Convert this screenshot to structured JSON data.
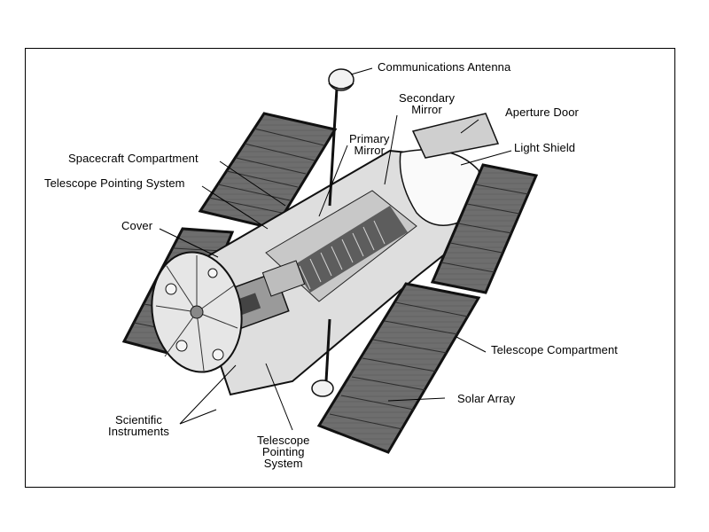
{
  "labels": {
    "communications_antenna": "Communications Antenna",
    "secondary_mirror": "Secondary\nMirror",
    "aperture_door": "Aperture Door",
    "primary_mirror": "Primary\nMirror",
    "light_shield": "Light Shield",
    "spacecraft_compartment": "Spacecraft Compartment",
    "telescope_pointing_system_top": "Telescope Pointing System",
    "cover": "Cover",
    "telescope_compartment": "Telescope Compartment",
    "solar_array": "Solar Array",
    "scientific_instruments": "Scientific\nInstruments",
    "telescope_pointing_system_bottom": "Telescope\nPointing\nSystem"
  },
  "colors": {
    "panel_fill": "#6e6e6e",
    "panel_frame": "#111111",
    "body_fill": "#dcdcdc",
    "interior_dark": "#3a3a3a",
    "light": "#f4f4f4"
  }
}
